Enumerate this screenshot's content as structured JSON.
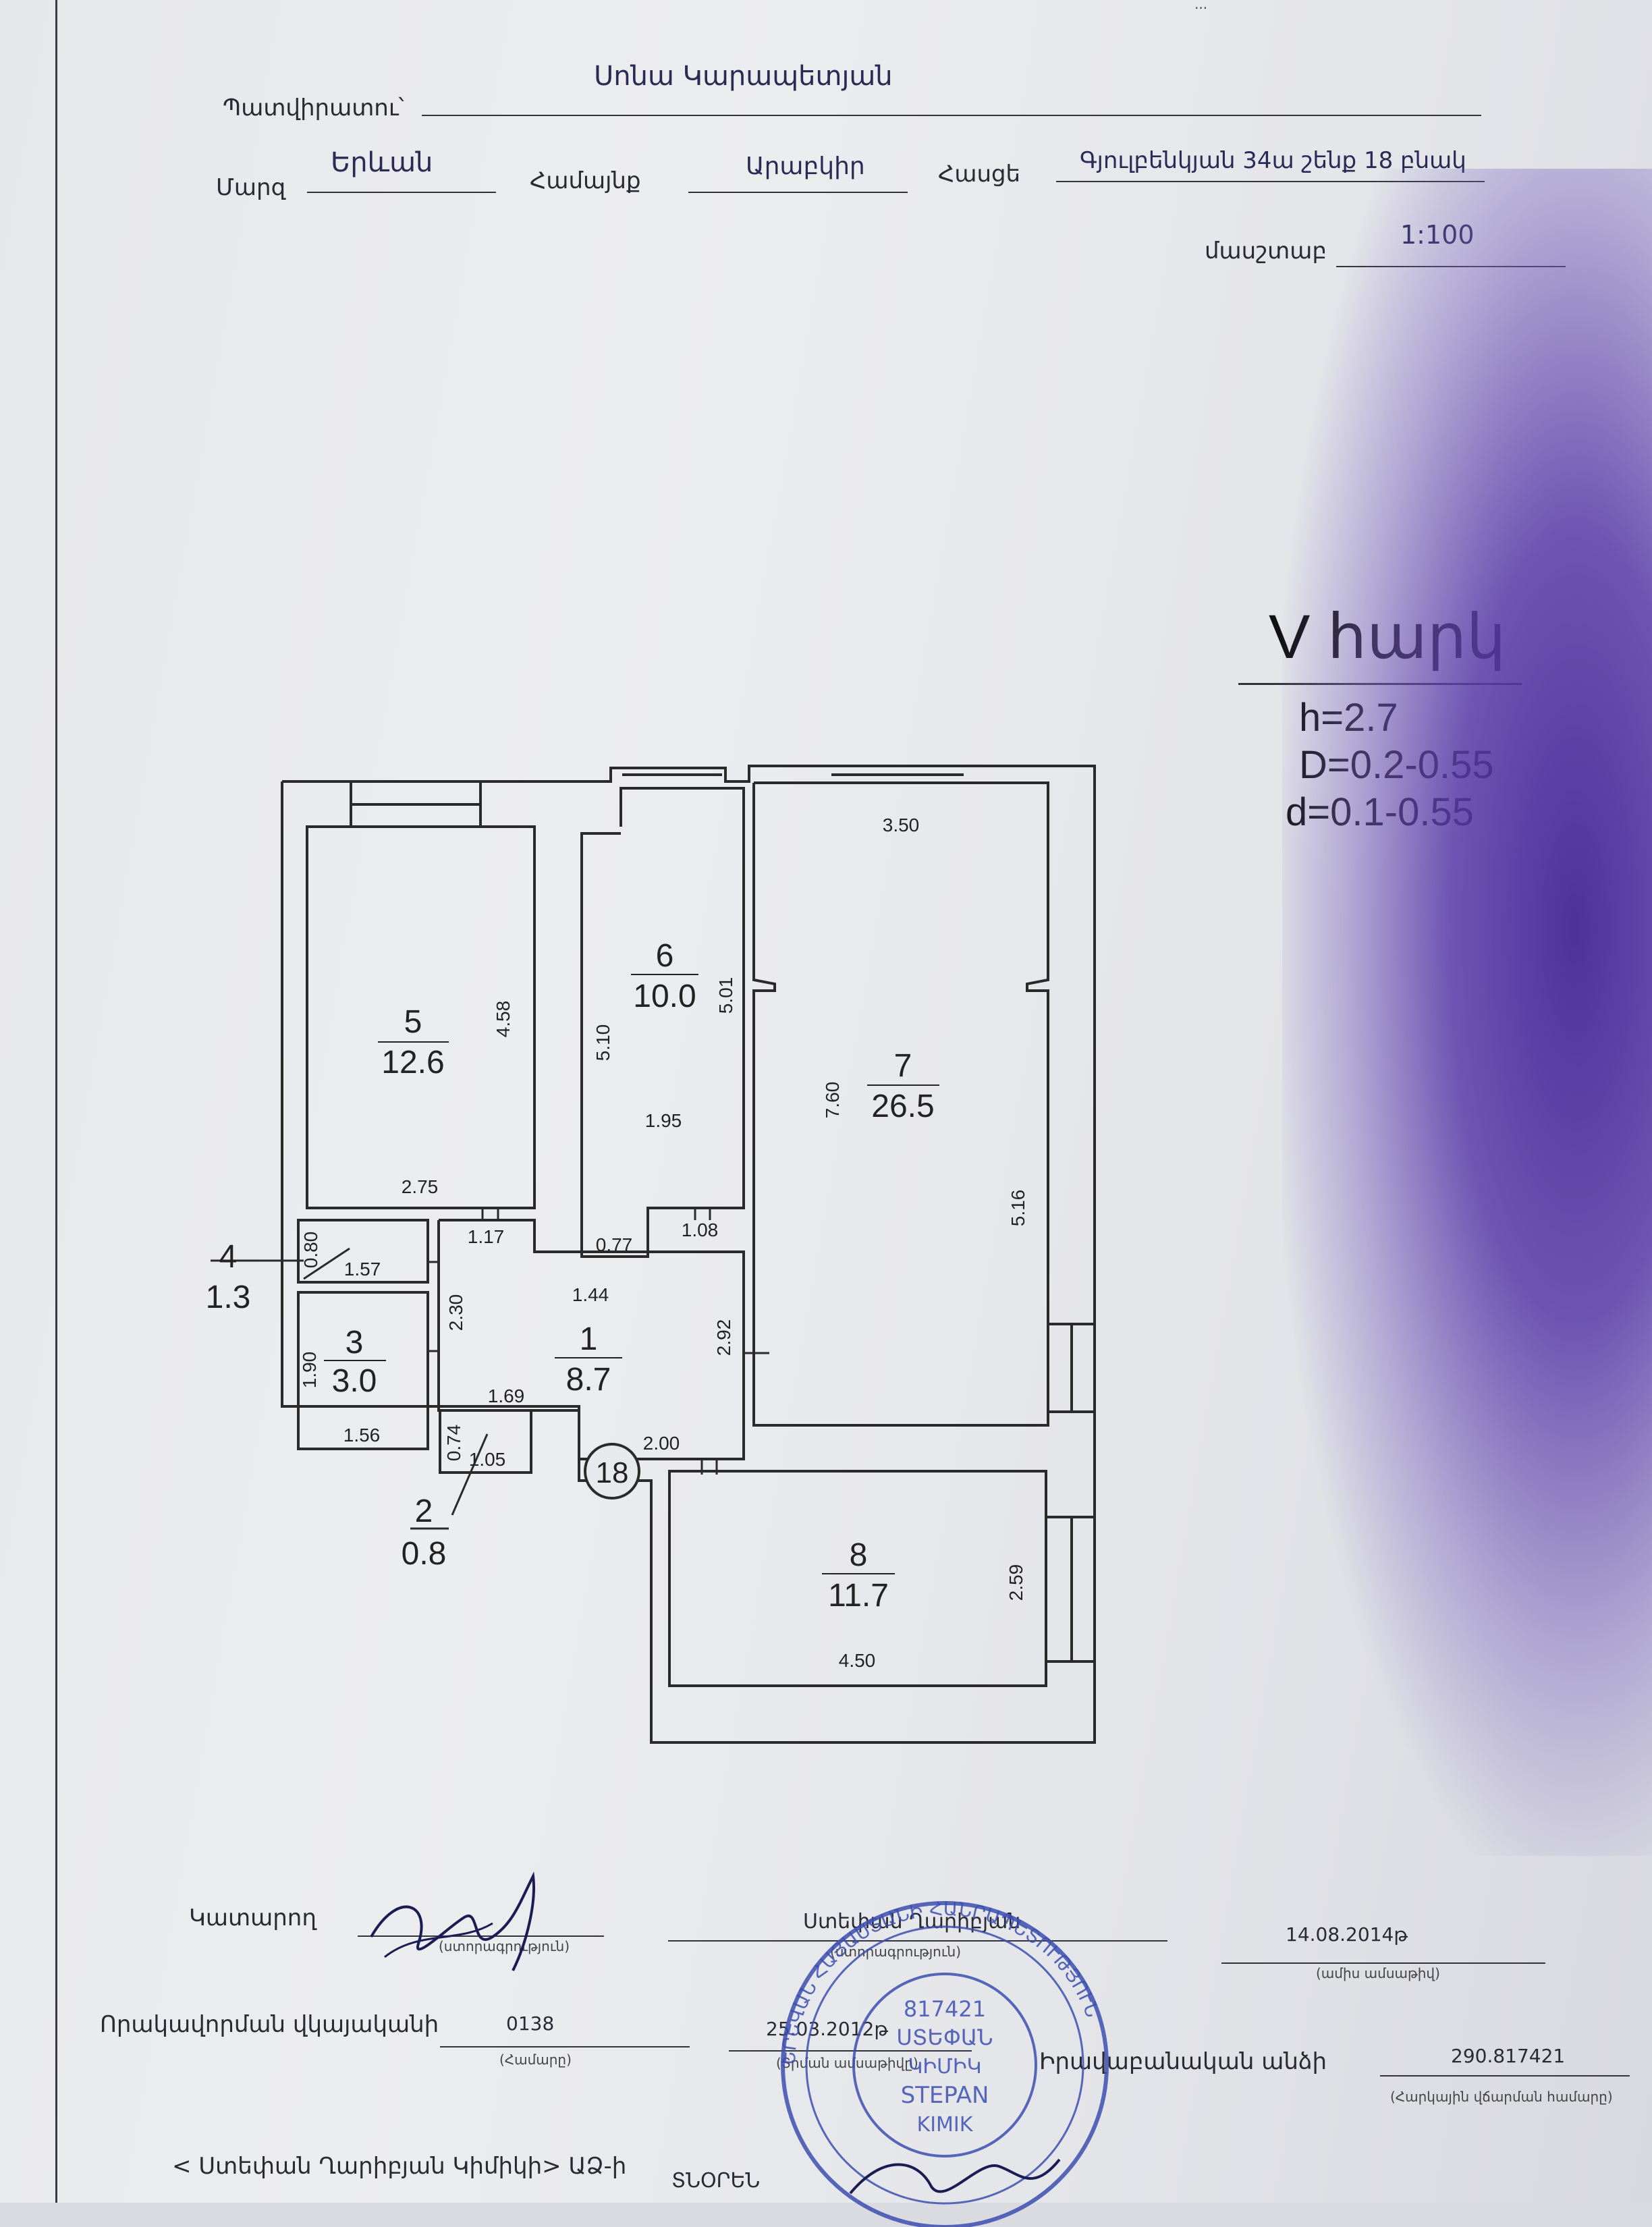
{
  "header": {
    "top_note": "...",
    "owner_label": "Պատվիրատու՝",
    "owner_value": "Սոնա Կարապետյան",
    "region_label": "Մարզ",
    "region_value": "Երևան",
    "community_label": "Համայնք",
    "community_value": "Արաբկիր",
    "address_label": "Հասցե",
    "address_value": "Գյուլբենկյան 34ա շենք 18 բնակ",
    "scale_label": "մասշտաբ",
    "scale_value": "1:100"
  },
  "floor_info": {
    "floor": "V հարկ",
    "h": "h=2.7",
    "D": "D=0.2-0.55",
    "d": "d=0.1-0.55"
  },
  "plan": {
    "apartment_number": "18",
    "rooms": [
      {
        "num": "1",
        "area": "8.7"
      },
      {
        "num": "2",
        "area": "0.8"
      },
      {
        "num": "3",
        "area": "3.0"
      },
      {
        "num": "4",
        "area": "1.3"
      },
      {
        "num": "5",
        "area": "12.6"
      },
      {
        "num": "6",
        "area": "10.0"
      },
      {
        "num": "7",
        "area": "26.5"
      },
      {
        "num": "8",
        "area": "11.7"
      }
    ],
    "dims": {
      "r5_h": "4.58",
      "r5_w": "2.75",
      "r6_h1": "5.10",
      "r6_h2": "5.01",
      "r6_w": "1.95",
      "r6_a": "0.77",
      "r6_b": "1.08",
      "r7_w": "3.50",
      "r7_h": "7.60",
      "r7_h2": "5.16",
      "r4_h": "0.80",
      "r4_w": "1.57",
      "r3_h": "1.90",
      "r3_w": "1.56",
      "r1_a": "1.17",
      "r1_b": "1.44",
      "r1_c": "2.30",
      "r1_d": "2.92",
      "r1_e": "1.69",
      "r1_f": "2.00",
      "r2_h": "0.74",
      "r2_w": "1.05",
      "r8_h": "2.59",
      "r8_w": "4.50"
    }
  },
  "footer": {
    "executor_label": "Կատարող",
    "executor_sub": "(ստորագրություն)",
    "owner_sig_label": "Ստեփան Ղարիբյան",
    "owner_sig_sub": "(ստորագրություն)",
    "date_value": "14.08.2014թ",
    "date_sub": "(ամիս ամսաթիվ)",
    "cert_label": "Որակավորման վկայականի",
    "cert_num": "0138",
    "cert_num_sub": "(Համարը)",
    "cert_date": "25.03.2012թ",
    "cert_date_sub": "(Տրման ամսաթիվը)",
    "tin_label": "Իրավաբանական անձի",
    "tin_value": "290.817421",
    "tin_sub": "(Հարկային վճարման համարը)",
    "company": "< Ստեփան Ղարիբյան Կիմիկի> ԱՁ-ի",
    "director": "ՏՆՕՐԵՆ"
  },
  "stamp": {
    "center_name": "ՍՏԵՓԱՆ",
    "center_name2": "ԿԻՄԻԿ",
    "center_latin": "STEPAN",
    "center_latin2": "KIMIK",
    "ring_text": "ԵՐԵՎԱՆ ՀԱՅԱՍՏԱՆԻ ՀԱՆՐԱՊԵՏՈՒԹՅՈՒՆ",
    "number": "817421"
  }
}
